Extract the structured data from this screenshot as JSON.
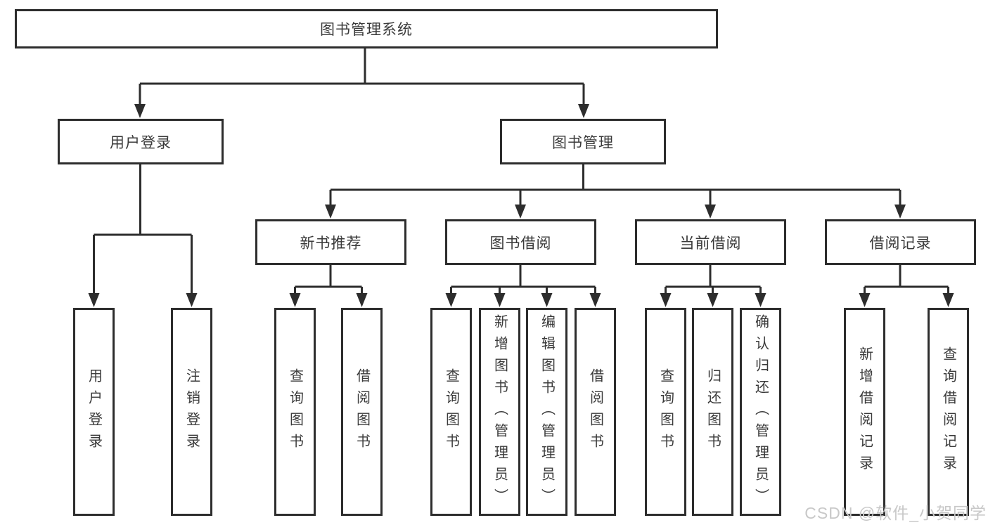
{
  "diagram": {
    "root": {
      "label": "图书管理系统"
    },
    "branches": [
      {
        "label": "用户登录",
        "leaves": [
          {
            "label": "用户登录"
          },
          {
            "label": "注销登录"
          }
        ]
      },
      {
        "label": "图书管理",
        "groups": [
          {
            "label": "新书推荐",
            "leaves": [
              {
                "label": "查询图书"
              },
              {
                "label": "借阅图书"
              }
            ]
          },
          {
            "label": "图书借阅",
            "leaves": [
              {
                "label": "查询图书"
              },
              {
                "label": "新增图书（管理员）"
              },
              {
                "label": "编辑图书（管理员）"
              },
              {
                "label": "借阅图书"
              }
            ]
          },
          {
            "label": "当前借阅",
            "leaves": [
              {
                "label": "查询图书"
              },
              {
                "label": "归还图书"
              },
              {
                "label": "确认归还（管理员）"
              }
            ]
          },
          {
            "label": "借阅记录",
            "leaves": [
              {
                "label": "新增借阅记录"
              },
              {
                "label": "查询借阅记录"
              }
            ]
          }
        ]
      }
    ]
  },
  "watermark": {
    "text": "CSDN @软件_小贺同学"
  },
  "colors": {
    "line": "#2d2d2d",
    "text": "#3a3a3a",
    "watermark": "#c8c8c8"
  }
}
